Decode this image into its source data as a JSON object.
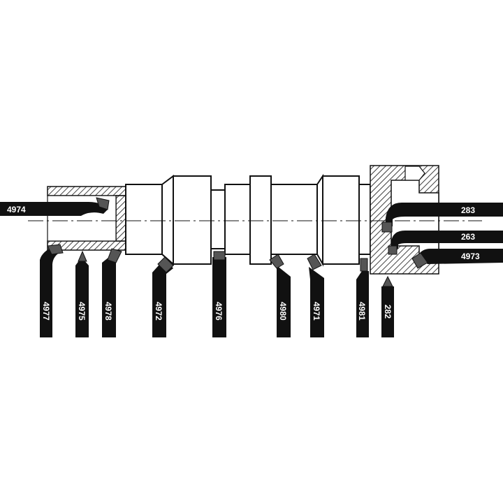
{
  "diagram": {
    "colors": {
      "ink": "#111111",
      "paper": "#ffffff",
      "tip_gray": "#555555"
    },
    "horizontal_tools": [
      {
        "id": "4974",
        "label": "4974"
      },
      {
        "id": "283",
        "label": "283"
      },
      {
        "id": "263",
        "label": "263"
      },
      {
        "id": "4973",
        "label": "4973"
      }
    ],
    "vertical_tools": [
      {
        "id": "4977",
        "label": "4977"
      },
      {
        "id": "4975",
        "label": "4975"
      },
      {
        "id": "4978",
        "label": "4978"
      },
      {
        "id": "4972",
        "label": "4972"
      },
      {
        "id": "4976",
        "label": "4976"
      },
      {
        "id": "4980",
        "label": "4980"
      },
      {
        "id": "4971",
        "label": "4971"
      },
      {
        "id": "4981",
        "label": "4981"
      },
      {
        "id": "282",
        "label": "282"
      }
    ]
  }
}
